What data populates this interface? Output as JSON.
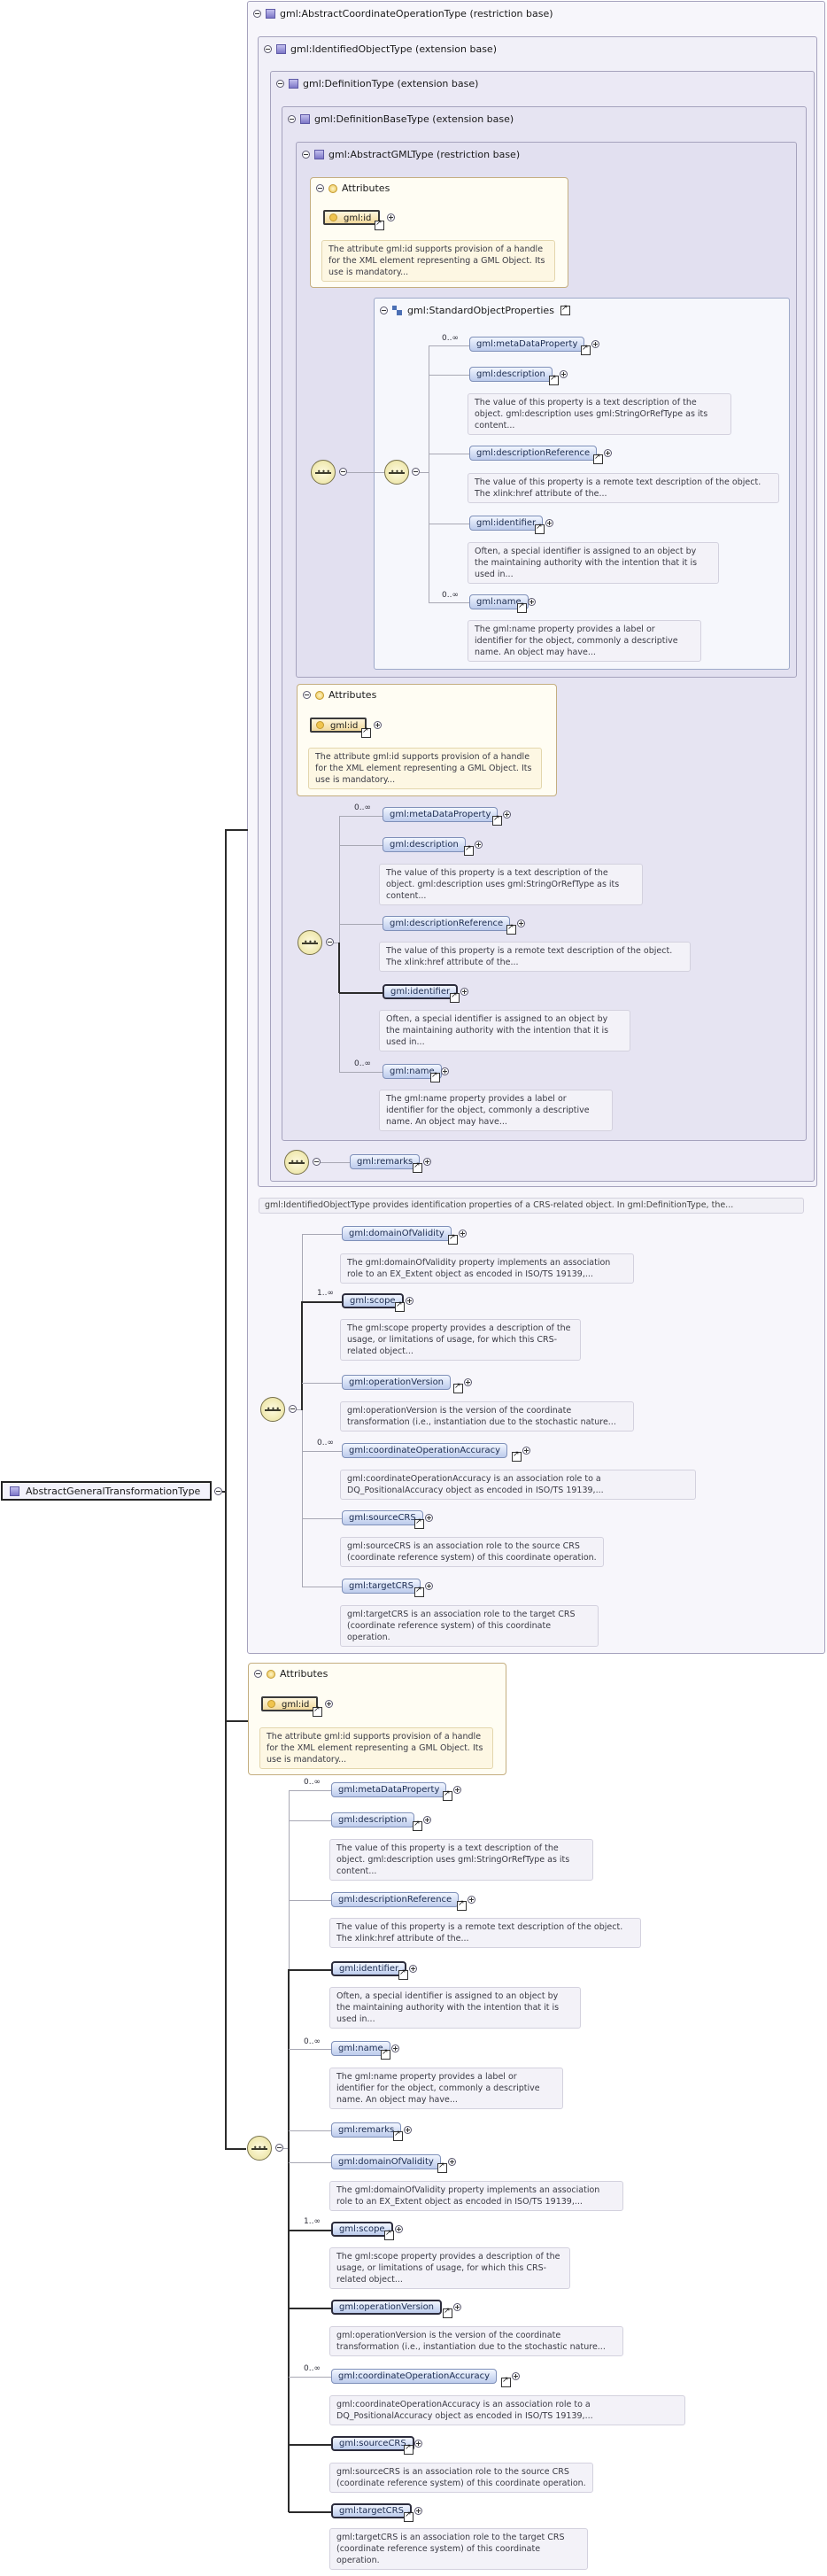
{
  "root": {
    "label": "AbstractGeneralTransformationType"
  },
  "types": {
    "abstract_coordinate_operation": "gml:AbstractCoordinateOperationType (restriction base)",
    "identified_object": "gml:IdentifiedObjectType (extension base)",
    "definition": "gml:DefinitionType (extension base)",
    "definition_base": "gml:DefinitionBaseType (extension base)",
    "abstract_gml": "gml:AbstractGMLType (restriction base)"
  },
  "groups": {
    "standard_object_properties": "gml:StandardObjectProperties"
  },
  "attributes": {
    "header": "Attributes",
    "id_label": "gml:id",
    "id_desc": "The attribute gml:id supports provision of a handle for the XML element representing a GML Object. Its use is mandatory..."
  },
  "elements": {
    "metaDataProperty": "gml:metaDataProperty",
    "description": "gml:description",
    "descriptionReference": "gml:descriptionReference",
    "identifier": "gml:identifier",
    "name": "gml:name",
    "remarks": "gml:remarks",
    "domainOfValidity": "gml:domainOfValidity",
    "scope": "gml:scope",
    "operationVersion": "gml:operationVersion",
    "coordinateOperationAccuracy": "gml:coordinateOperationAccuracy",
    "sourceCRS": "gml:sourceCRS",
    "targetCRS": "gml:targetCRS"
  },
  "descriptions": {
    "description": "The value of this property is a text description of the object. gml:description uses gml:StringOrRefType as its content...",
    "descriptionReference": "The value of this property is a remote text description of the object. The xlink:href attribute of the...",
    "identifier": "Often, a special identifier is assigned to an object by the maintaining authority with the intention that it is used in...",
    "name": "The gml:name property provides a label or identifier for the object, commonly a descriptive name. An object may have...",
    "domainOfValidity": "The gml:domainOfValidity property implements an association role to an EX_Extent object as encoded in ISO/TS 19139,...",
    "scope": "The gml:scope property provides a description of the usage, or limitations of usage, for which this CRS-related object...",
    "operationVersion": "gml:operationVersion is the version of the coordinate transformation (i.e., instantiation due to the stochastic nature...",
    "coordinateOperationAccuracy": "gml:coordinateOperationAccuracy is an association role to a DQ_PositionalAccuracy object as encoded in ISO/TS 19139,...",
    "sourceCRS": "gml:sourceCRS is an association role to the source CRS (coordinate reference system) of this coordinate operation.",
    "targetCRS": "gml:targetCRS is an association role to the target CRS (coordinate reference system) of this coordinate operation."
  },
  "info": {
    "identified_object": "gml:IdentifiedObjectType provides identification properties of a CRS-related object. In gml:DefinitionType, the..."
  },
  "cardinality": {
    "zero_many": "0..∞",
    "one_many": "1..∞"
  }
}
